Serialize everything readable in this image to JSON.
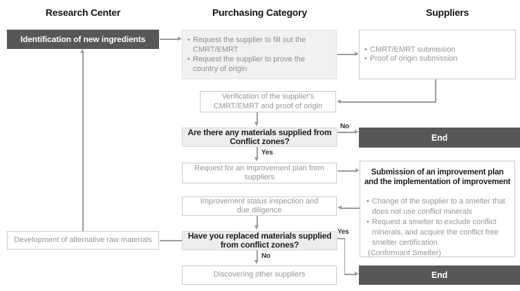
{
  "headers": {
    "research_center": "Research Center",
    "purchasing_category": "Purchasing Category",
    "suppliers": "Suppliers"
  },
  "bullet_char": "•",
  "flow_labels": {
    "no_conflict": "No",
    "yes_conflict": "Yes",
    "yes_replaced": "Yes",
    "no_replaced": "No"
  },
  "research": {
    "identification": "Identification of new ingredients",
    "development": "Development of alternative raw materials"
  },
  "purchasing": {
    "request_box": {
      "items": [
        "Request the supplier to fill out the CMRT/EMRT",
        "Request the supplier to prove the country of origin"
      ]
    },
    "verification": {
      "line1": "Verification of the supplier's",
      "line2": "CMRT/EMRT and proof of origin"
    },
    "decision_conflict": {
      "line1": "Are there any materials supplied from",
      "line2": "Conflict zones?"
    },
    "improvement_request": {
      "line1": "Request for an improvement plan from",
      "line2": "suppliers"
    },
    "status_inspection": {
      "line1": "Improvement status inspection and",
      "line2": "due diligence"
    },
    "decision_replaced": {
      "line1": "Have you replaced materials supplied",
      "line2": "from conflict zones?"
    },
    "discovering": "Discovering other suppliers"
  },
  "suppliers_col": {
    "submission_box": {
      "items": [
        "CMRT/EMRT submission",
        "Proof of origin submission"
      ]
    },
    "end1": "End",
    "improvement_box": {
      "title_line1": "Submission of an improvement plan",
      "title_line2": "and the implementation of improvement",
      "items": [
        "Change of the supplier to a smelter that does not use conflict minerals",
        "Request a smelter to exclude conflict minerals, and acquire the conflict free smelter certification"
      ],
      "note": "(Conformant Smelter)"
    },
    "end2": "End"
  },
  "colors": {
    "dark_box": "#57575a",
    "light_gray_fill": "#f1f1f2",
    "decision_fill": "#ededee",
    "box_border": "#c9c9cb",
    "gray_text": "#96969a",
    "dark_text": "#1e1e20",
    "connector_line": "#9b9b9b"
  }
}
